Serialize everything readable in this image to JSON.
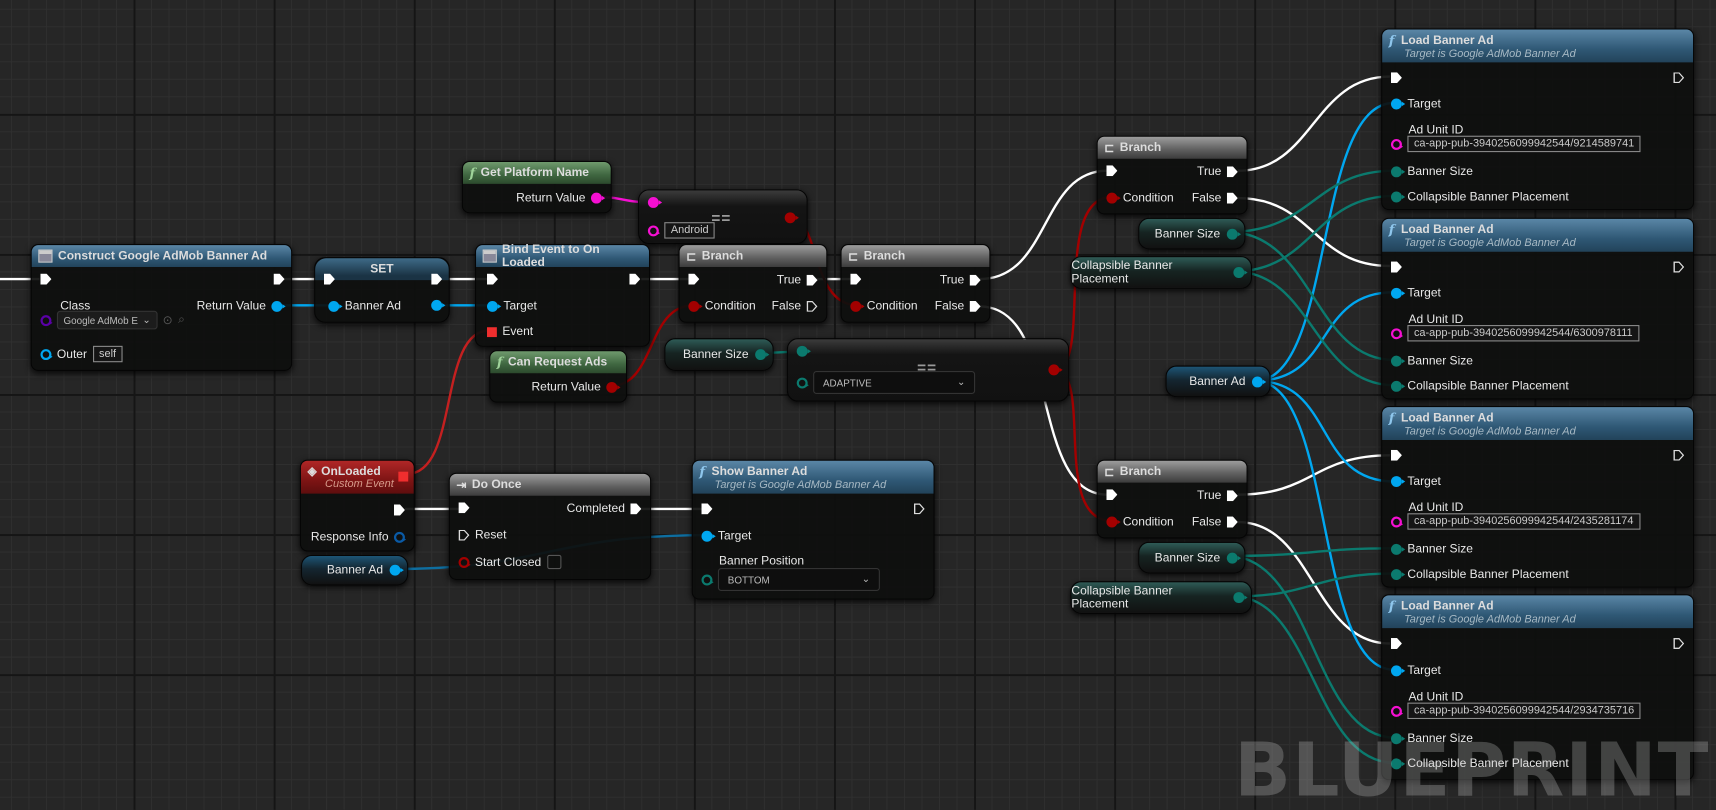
{
  "watermark": "BLUEPRINT",
  "colors": {
    "exec": "#ffffff",
    "object": "#00a7f0",
    "string": "#f50fd2",
    "bool": "#a30000",
    "enum": "#0b7a6e",
    "class": "#5a00a6",
    "event": "#ef2e2e"
  },
  "nodes": {
    "construct": {
      "title": "Construct Google AdMob Banner Ad",
      "class_label": "Class",
      "class_value": "Google AdMob E",
      "outer_label": "Outer",
      "outer_value": "self",
      "return_label": "Return Value"
    },
    "set": {
      "title": "SET",
      "pin": "Banner Ad"
    },
    "get_platform": {
      "title": "Get Platform Name",
      "return_label": "Return Value"
    },
    "equal_str": {
      "symbol": "==",
      "value": "Android"
    },
    "bind_event": {
      "title": "Bind Event to On Loaded",
      "target": "Target",
      "event": "Event"
    },
    "can_request": {
      "title": "Can Request Ads",
      "return_label": "Return Value"
    },
    "branch1": {
      "title": "Branch",
      "condition": "Condition",
      "true": "True",
      "false": "False"
    },
    "branch2": {
      "title": "Branch",
      "condition": "Condition",
      "true": "True",
      "false": "False"
    },
    "banner_size_var1": {
      "label": "Banner Size"
    },
    "equal_enum": {
      "symbol": "==",
      "value": "ADAPTIVE"
    },
    "on_loaded": {
      "title": "OnLoaded",
      "subtitle": "Custom Event",
      "response": "Response Info"
    },
    "banner_ad_var1": {
      "label": "Banner Ad"
    },
    "do_once": {
      "title": "Do Once",
      "completed": "Completed",
      "reset": "Reset",
      "start_closed": "Start Closed"
    },
    "show_banner": {
      "title": "Show Banner Ad",
      "subtitle": "Target is Google AdMob Banner Ad",
      "target": "Target",
      "position_label": "Banner Position",
      "position_value": "BOTTOM"
    },
    "branch3": {
      "title": "Branch",
      "condition": "Condition",
      "true": "True",
      "false": "False"
    },
    "branch4": {
      "title": "Branch",
      "condition": "Condition",
      "true": "True",
      "false": "False"
    },
    "banner_size_var2": {
      "label": "Banner Size"
    },
    "collapsible_var1": {
      "label": "Collapsible Banner Placement"
    },
    "banner_ad_var2": {
      "label": "Banner Ad"
    },
    "banner_size_var3": {
      "label": "Banner Size"
    },
    "collapsible_var2": {
      "label": "Collapsible Banner Placement"
    },
    "load_banners": [
      {
        "title": "Load Banner Ad",
        "subtitle": "Target is Google AdMob Banner Ad",
        "target": "Target",
        "ad_unit_label": "Ad Unit ID",
        "ad_unit_id": "ca-app-pub-3940256099942544/9214589741",
        "banner_size": "Banner Size",
        "placement": "Collapsible Banner Placement"
      },
      {
        "title": "Load Banner Ad",
        "subtitle": "Target is Google AdMob Banner Ad",
        "target": "Target",
        "ad_unit_label": "Ad Unit ID",
        "ad_unit_id": "ca-app-pub-3940256099942544/6300978111",
        "banner_size": "Banner Size",
        "placement": "Collapsible Banner Placement"
      },
      {
        "title": "Load Banner Ad",
        "subtitle": "Target is Google AdMob Banner Ad",
        "target": "Target",
        "ad_unit_label": "Ad Unit ID",
        "ad_unit_id": "ca-app-pub-3940256099942544/2435281174",
        "banner_size": "Banner Size",
        "placement": "Collapsible Banner Placement"
      },
      {
        "title": "Load Banner Ad",
        "subtitle": "Target is Google AdMob Banner Ad",
        "target": "Target",
        "ad_unit_label": "Ad Unit ID",
        "ad_unit_id": "ca-app-pub-3940256099942544/2934735716",
        "banner_size": "Banner Size",
        "placement": "Collapsible Banner Placement"
      }
    ]
  }
}
